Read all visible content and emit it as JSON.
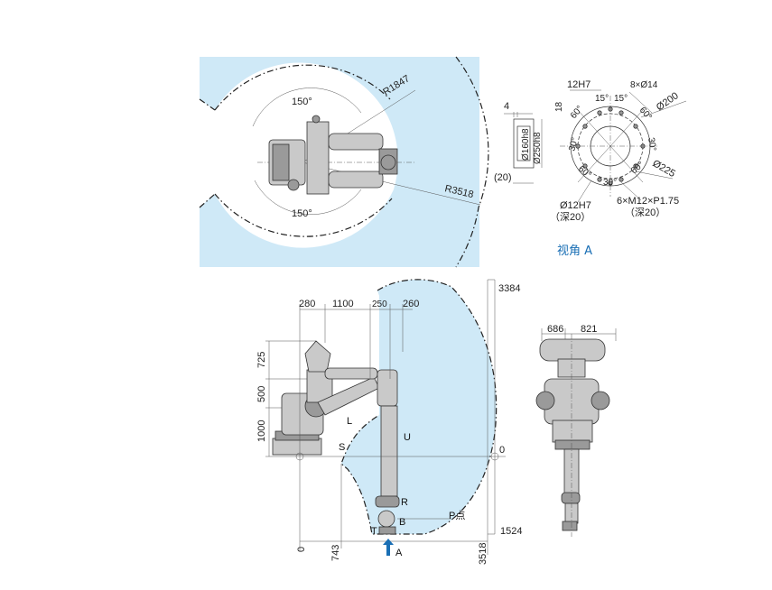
{
  "top_view": {
    "angle_top": "150°",
    "angle_bottom": "150°",
    "radius_inner": "R1847",
    "radius_outer": "R3518"
  },
  "flange": {
    "dim_12h7": "12H7",
    "dim_8x14": "8×Ø14",
    "dim_4": "4",
    "dim_18": "18",
    "angle_15a": "15°",
    "angle_15b": "15°",
    "angle_60_tl": "60°",
    "angle_60_tr": "60°",
    "angle_30_l": "30°",
    "angle_30_r": "30°",
    "angle_60_bl": "60°",
    "angle_60_br": "60°",
    "angle_30_b": "30°",
    "dim_d200": "Ø200",
    "dim_d225": "Ø225",
    "dim_d160": "Ø160h8",
    "dim_d250": "Ø250h8",
    "dim_20": "(20)",
    "note_12h7": "Ø12H7",
    "note_12h7_depth": "（深20）",
    "note_m12": "6×M12×P1.75",
    "note_m12_depth": "（深20）",
    "view_title": "视角 A"
  },
  "side_view": {
    "dim_280": "280",
    "dim_1100": "1100",
    "dim_250": "250",
    "dim_260": "260",
    "dim_725": "725",
    "dim_500": "500",
    "dim_1000": "1000",
    "dim_3384": "3384",
    "dim_0_right": "0",
    "dim_1524": "1524",
    "dim_0_bottom": "0",
    "dim_743": "743",
    "dim_3518": "3518",
    "axis_L": "L",
    "axis_U": "U",
    "axis_S": "S",
    "axis_R": "R",
    "axis_B": "B",
    "axis_T": "T",
    "p_point": "P点",
    "arrow_A": "A"
  },
  "front_view": {
    "dim_686": "686",
    "dim_821": "821"
  },
  "colors": {
    "envelope": "#cfe9f7",
    "view_label": "#1a6fb5",
    "arrow": "#1a6fb5"
  }
}
